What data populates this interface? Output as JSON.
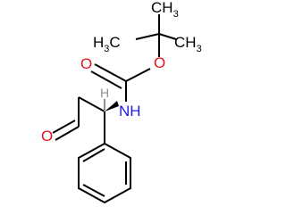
{
  "colors": {
    "carbon": "#000000",
    "oxygen": "#e8121d",
    "nitrogen": "#2020d8",
    "stereo_h": "#909090"
  },
  "labels": {
    "methyl_top": "CH",
    "methyl_top_sub": "3",
    "methyl_left_h": "H",
    "methyl_left_c": "C",
    "methyl_left_sub": "3",
    "methyl_right": "CH",
    "methyl_right_sub": "3",
    "ester_o": "O",
    "carbonyl_o": "O",
    "amine": "NH",
    "aldehyde_o": "O",
    "stereo_h": "H"
  }
}
